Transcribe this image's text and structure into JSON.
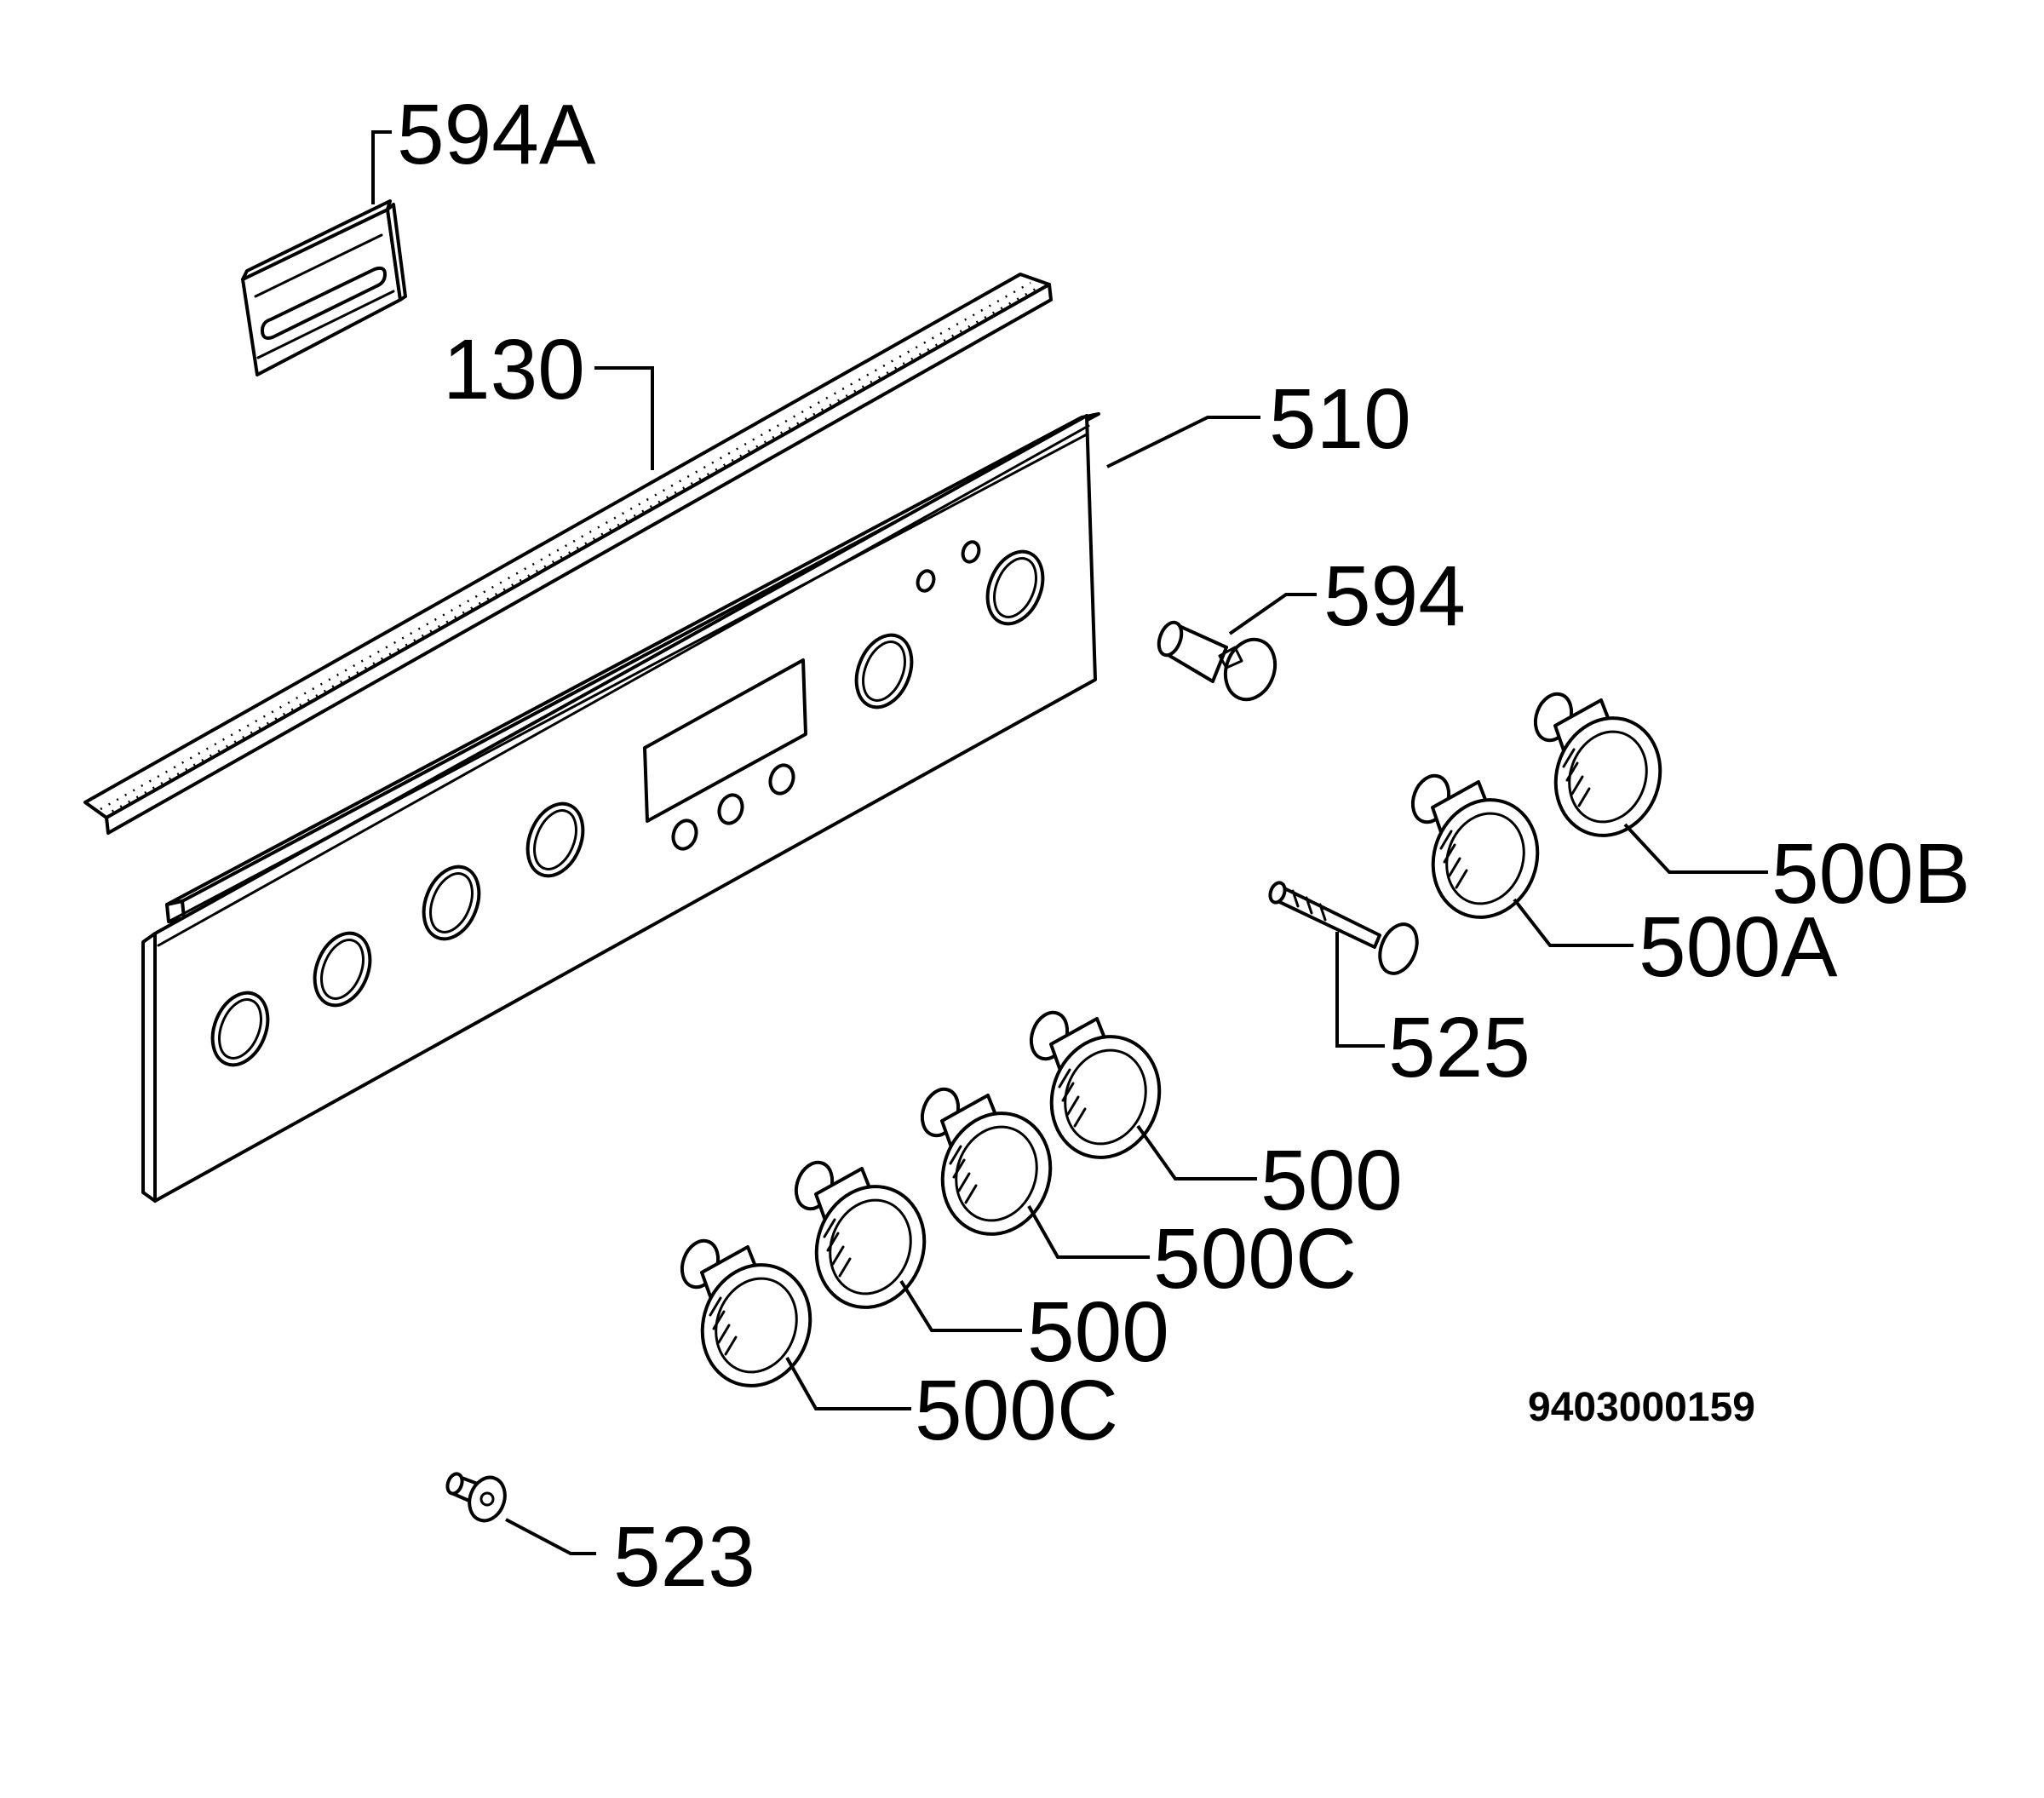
{
  "callouts": {
    "c594A": "594A",
    "c130": "130",
    "c510": "510",
    "c594": "594",
    "c500B": "500B",
    "c500A": "500A",
    "c525": "525",
    "c500_top": "500",
    "c500C_top": "500C",
    "c500_mid": "500",
    "c500C_bottom": "500C",
    "c523": "523"
  },
  "drawing_number": "9403000159"
}
